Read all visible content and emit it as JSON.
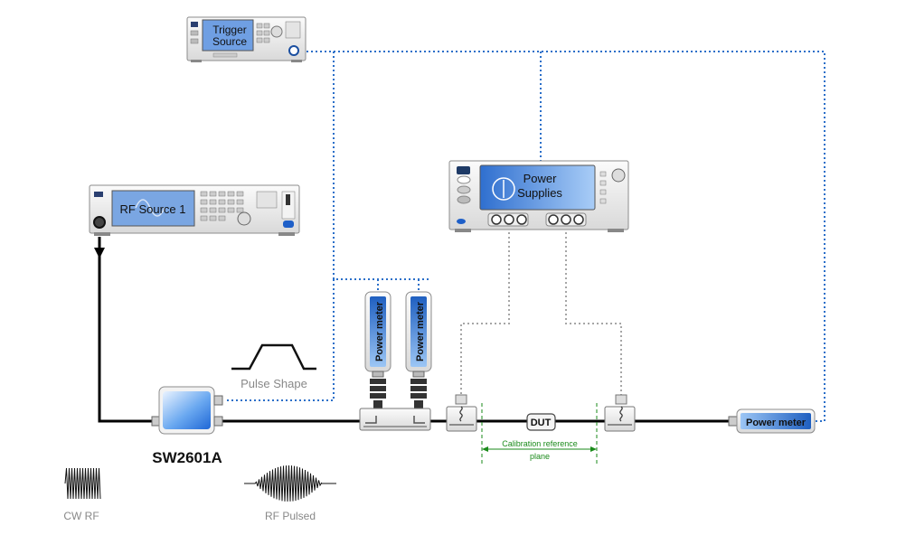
{
  "instruments": {
    "trigger_source": {
      "line1": "Trigger",
      "line2": "Source"
    },
    "rf_source": {
      "label": "RF Source 1"
    },
    "power_supplies": {
      "line1": "Power",
      "line2": "Supplies"
    }
  },
  "power_meters": {
    "vertical_1": "Power meter",
    "vertical_2": "Power meter",
    "inline": "Power meter"
  },
  "switch": {
    "label": "SW2601A"
  },
  "dut": {
    "label": "DUT"
  },
  "calibration": {
    "line1": "Calibration reference",
    "line2": "plane"
  },
  "waveforms": {
    "pulse_shape": "Pulse Shape",
    "cw_rf": "CW RF",
    "rf_pulsed": "RF Pulsed"
  },
  "colors": {
    "control_line": "#2a6fc9",
    "dc_line": "#a6a6a6",
    "rf_line": "#000000",
    "screen_blue": "#4a8fe0",
    "calibration_green": "#1a8a1a"
  }
}
